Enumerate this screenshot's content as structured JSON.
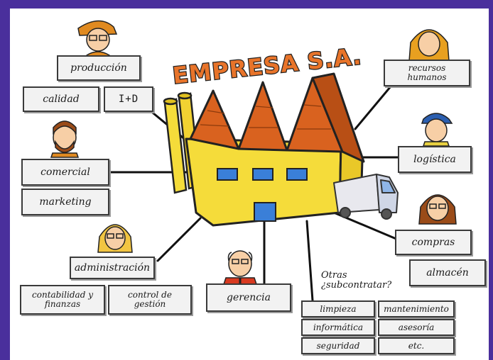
{
  "title": "EMPRESA S.A.",
  "departments": {
    "produccion": "producción",
    "calidad": "calidad",
    "id": "I+D",
    "comercial": "comercial",
    "marketing": "marketing",
    "administracion": "administración",
    "contabilidad": "contabilidad y finanzas",
    "control": "control de gestión",
    "gerencia": "gerencia",
    "recursos_humanos": "recursos humanos",
    "logistica": "logística",
    "compras": "compras",
    "almacen": "almacén"
  },
  "subcontract": {
    "question": "Otras ¿subcontratar?",
    "items": [
      "limpieza",
      "mantenimiento",
      "informática",
      "asesoría",
      "seguridad",
      "etc."
    ]
  },
  "colors": {
    "border_frame": "#4a2f9c",
    "roof": "#d9621f",
    "walls": "#f5dc3a",
    "title_fill": "#e8742a"
  }
}
